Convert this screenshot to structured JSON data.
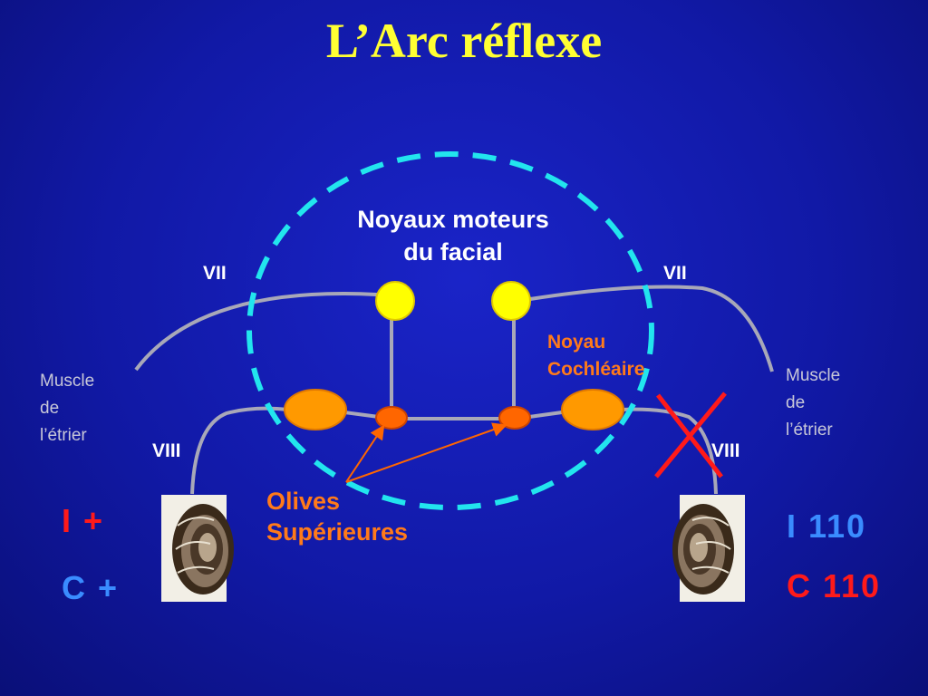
{
  "title": "L’Arc réflexe",
  "labels": {
    "motor_nuclei_line1": "Noyaux moteurs",
    "motor_nuclei_line2": "du facial",
    "vii_left": "VII",
    "vii_right": "VII",
    "viii_left": "VIII",
    "viii_right": "VIII",
    "cochlear_line1": "Noyau",
    "cochlear_line2": "Cochléaire",
    "muscle_left_line1": "Muscle",
    "muscle_left_line2": "de",
    "muscle_left_line3": "l’étrier",
    "muscle_right_line1": "Muscle",
    "muscle_right_line2": "de",
    "muscle_right_line3": "l’étrier",
    "olives_line1": "Olives",
    "olives_line2": "Supérieures"
  },
  "left_ear": {
    "ipsi": "I +",
    "contra": "C +"
  },
  "right_ear": {
    "ipsi": "I 110",
    "contra": "C 110"
  },
  "colors": {
    "background": "#1119a6",
    "title": "#ffff33",
    "motor_nucleus": "#ffff00",
    "cochlear_nucleus": "#ff9900",
    "olive": "#ff6600",
    "nerve_line": "#a8a8b8",
    "dashed_circle": "#22e5ee",
    "red": "#ff1a1a",
    "blue": "#3a8cff"
  },
  "icons": [
    "cochlea-icon",
    "cross-mark-icon"
  ]
}
